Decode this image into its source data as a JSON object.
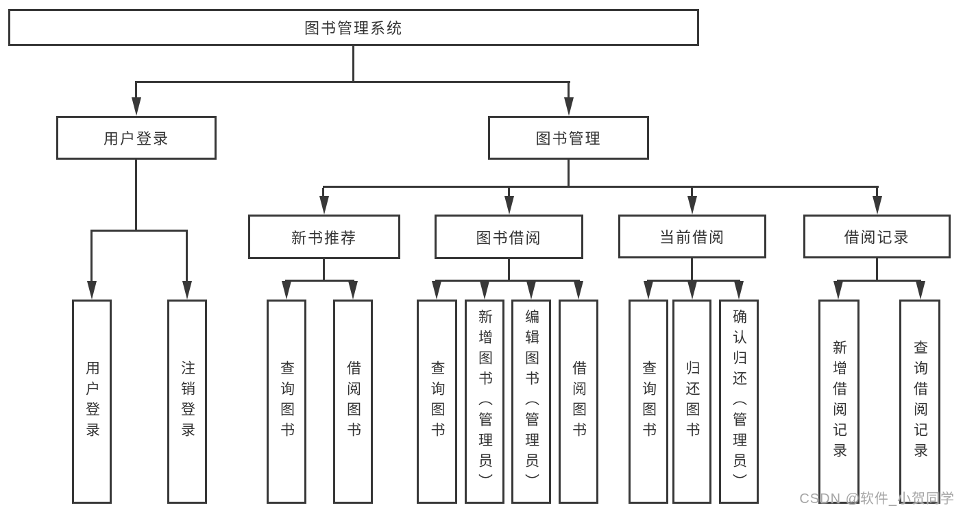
{
  "diagram": {
    "root": "图书管理系统",
    "user_login": "用户登录",
    "book_mgmt": "图书管理",
    "new_book": "新书推荐",
    "book_borrow": "图书借阅",
    "current_borrow": "当前借阅",
    "borrow_record": "借阅记录",
    "leaves": {
      "user_login": [
        "用户登录",
        "注销登录"
      ],
      "new_book": [
        "查询图书",
        "借阅图书"
      ],
      "book_borrow": [
        "查询图书",
        "新增图书（管理员）",
        "编辑图书（管理员）",
        "借阅图书"
      ],
      "current_borrow": [
        "查询图书",
        "归还图书",
        "确认归还（管理员）"
      ],
      "borrow_record": [
        "新增借阅记录",
        "查询借阅记录"
      ]
    }
  },
  "watermark": "CSDN @软件_小贺同学",
  "colors": {
    "line": "#383838",
    "text": "#333333",
    "watermark": "#a6a6a6",
    "background": "#ffffff"
  }
}
